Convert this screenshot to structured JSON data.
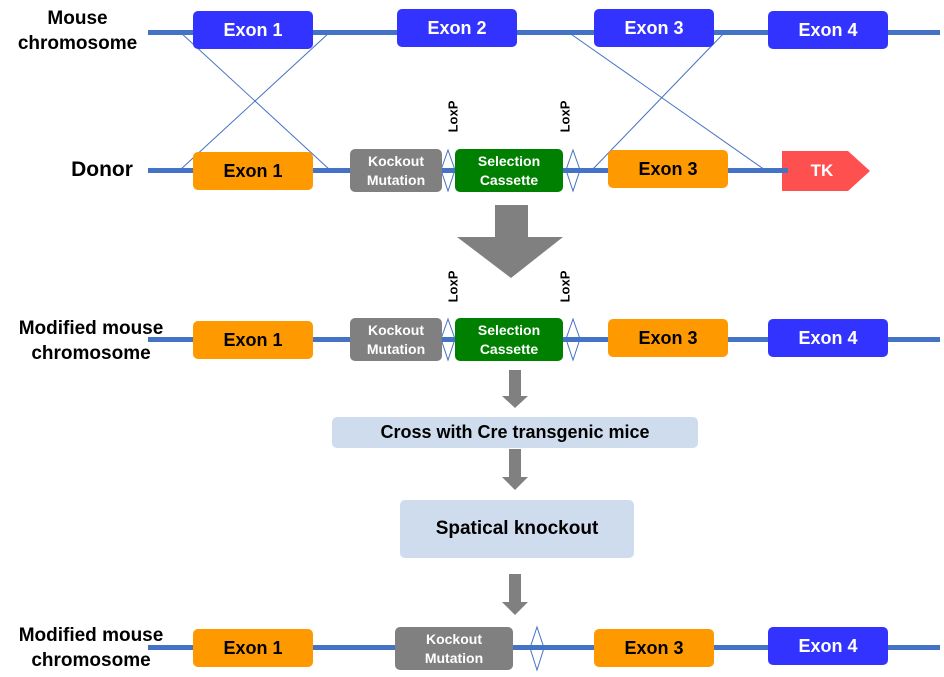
{
  "rows": {
    "mouse_label": "Mouse\nchromosome",
    "donor_label": "Donor",
    "modified_label_1": "Modified mouse\nchromosome",
    "modified_label_2": "Modified mouse\nchromosome"
  },
  "exons": {
    "exon1": "Exon 1",
    "exon2": "Exon 2",
    "exon3": "Exon 3",
    "exon4": "Exon 4"
  },
  "elements": {
    "kockout_mutation": "Kockout\nMutation",
    "selection_cassette": "Selection\nCassette",
    "loxp": "LoxP",
    "tk": "TK"
  },
  "steps": {
    "cross": "Cross with Cre transgenic mice",
    "spatical": "Spatical knockout"
  },
  "colors": {
    "chromosome_line": "#4472c4",
    "exon_blue": "#3333ff",
    "exon_orange": "#ff9900",
    "mutation_gray": "#808080",
    "cassette_green": "#008000",
    "tk_red": "#ff5050",
    "step_box": "#cfdcee",
    "arrow_gray": "#808080"
  }
}
